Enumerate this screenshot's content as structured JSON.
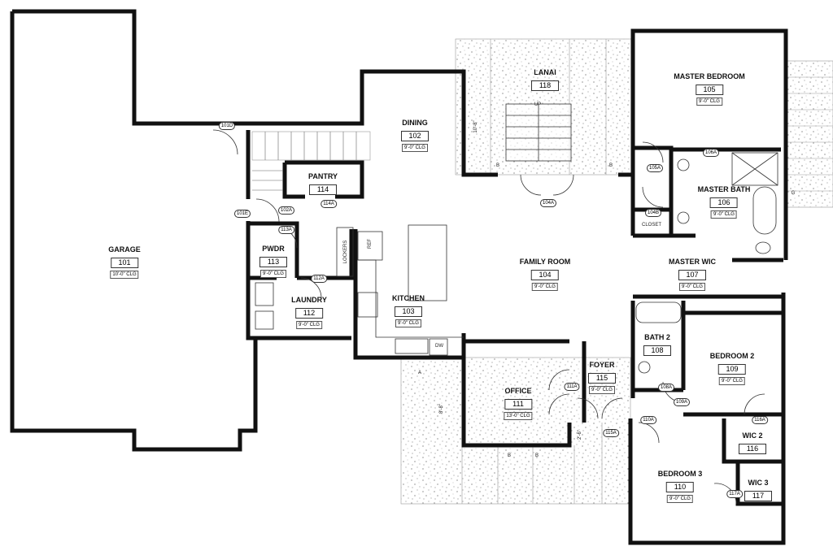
{
  "rooms": [
    {
      "name": "GARAGE",
      "number": "101",
      "ceiling": "10'-0\" CLG"
    },
    {
      "name": "DINING",
      "number": "102",
      "ceiling": "9'-0\" CLG"
    },
    {
      "name": "LANAI",
      "number": "118",
      "ceiling": ""
    },
    {
      "name": "MASTER BEDROOM",
      "number": "105",
      "ceiling": "9'-0\" CLG"
    },
    {
      "name": "MASTER BATH",
      "number": "106",
      "ceiling": "9'-0\" CLG"
    },
    {
      "name": "FAMILY ROOM",
      "number": "104",
      "ceiling": "9'-0\" CLG"
    },
    {
      "name": "MASTER WIC",
      "number": "107",
      "ceiling": "9'-0\" CLG"
    },
    {
      "name": "PANTRY",
      "number": "114",
      "ceiling": ""
    },
    {
      "name": "PWDR",
      "number": "113",
      "ceiling": "9'-0\" CLG"
    },
    {
      "name": "LAUNDRY",
      "number": "112",
      "ceiling": "9'-0\" CLG"
    },
    {
      "name": "KITCHEN",
      "number": "103",
      "ceiling": "9'-0\" CLG"
    },
    {
      "name": "BATH 2",
      "number": "108",
      "ceiling": ""
    },
    {
      "name": "BEDROOM 2",
      "number": "109",
      "ceiling": "9'-0\" CLG"
    },
    {
      "name": "FOYER",
      "number": "115",
      "ceiling": "9'-0\" CLG"
    },
    {
      "name": "OFFICE",
      "number": "111",
      "ceiling": "13'-0\" CLG"
    },
    {
      "name": "WIC 2",
      "number": "116",
      "ceiling": ""
    },
    {
      "name": "BEDROOM 3",
      "number": "110",
      "ceiling": "9'-0\" CLG"
    },
    {
      "name": "WIC 3",
      "number": "117",
      "ceiling": ""
    }
  ],
  "door_tags": [
    "101D",
    "101E",
    "102A",
    "113A",
    "114A",
    "112A",
    "104A",
    "105A",
    "104B",
    "106A",
    "108A",
    "109A",
    "110A",
    "111A",
    "115A",
    "116A",
    "117A"
  ],
  "labels": [
    "LOCKERS",
    "REF",
    "DW",
    "CLOSET",
    "UP",
    "10'-8\"",
    "8'-8\"",
    "2'-6\"",
    "B",
    "B",
    "B",
    "B",
    "A",
    "G"
  ]
}
